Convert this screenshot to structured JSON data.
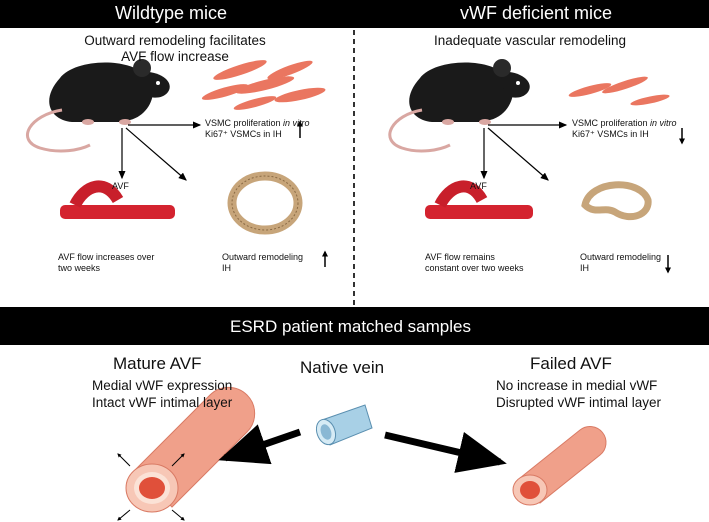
{
  "top": {
    "left_header": "Wildtype mice",
    "right_header": "vWF deficient mice",
    "left_subtitle_line1": "Outward remodeling facilitates",
    "left_subtitle_line2": "AVF flow increase",
    "right_subtitle": "Inadequate vascular remodeling",
    "wt": {
      "vsmc_line1_prefix": "VSMC proliferation ",
      "vsmc_line1_italic": "in vitro",
      "vsmc_line2": "Ki67⁺ VSMCs in IH",
      "avf_label": "AVF",
      "flow_line1": "AVF flow increases over",
      "flow_line2": "two weeks",
      "remodel_line1": "Outward remodeling",
      "remodel_line2": "IH"
    },
    "vwf": {
      "vsmc_line1_prefix": "VSMC proliferation ",
      "vsmc_line1_italic": "in vitro",
      "vsmc_line2": "Ki67⁺ VSMCs in IH",
      "avf_label": "AVF",
      "flow_line1": "AVF flow remains",
      "flow_line2": "constant over two weeks",
      "remodel_line1": "Outward remodeling",
      "remodel_line2": "IH"
    }
  },
  "bottom": {
    "header": "ESRD patient matched samples",
    "mature_title": "Mature AVF",
    "mature_line1": "Medial vWF expression",
    "mature_line2": "Intact vWF intimal layer",
    "native_title": "Native vein",
    "failed_title": "Failed AVF",
    "failed_line1": "No increase in medial vWF",
    "failed_line2": "Disrupted vWF  intimal layer"
  },
  "colors": {
    "header_bar": "#000000",
    "vessel_outer": "#f0a08a",
    "vessel_lumen": "#e0503a",
    "vein": "#a8d0e6",
    "avf_red": "#d4232f",
    "cells": "#e8684f",
    "tissue": "#c7a57a"
  }
}
